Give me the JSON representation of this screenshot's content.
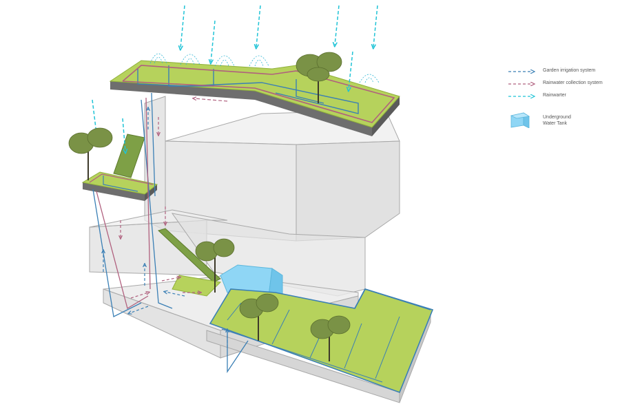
{
  "colors": {
    "garden_irrigation": "#3a7fb5",
    "rainwater_collection": "#b0607e",
    "rainwater": "#1fc3d6",
    "grass": "#b6d25c",
    "grass_edge": "#8fb03a",
    "slab": "#6e6e6e",
    "volume_fill": "#e2e2e2",
    "volume_edge": "#a8a8a8",
    "tank": "#8fd6f5",
    "tree_foliage": "#7a9246",
    "tree_trunk": "#3d3a2a"
  },
  "legend": {
    "items": [
      {
        "label": "Garden irrigation system",
        "color": "#3a7fb5",
        "line": "dashed-arrow"
      },
      {
        "label": "Rainwater collection system",
        "color": "#b0607e",
        "line": "dashed-arrow"
      },
      {
        "label": "Rainwarter",
        "color": "#1fc3d6",
        "line": "dashed-arrow"
      }
    ],
    "tank": {
      "label": "Underground\nWater Tank",
      "icon": "water-tank-cube-icon"
    }
  }
}
